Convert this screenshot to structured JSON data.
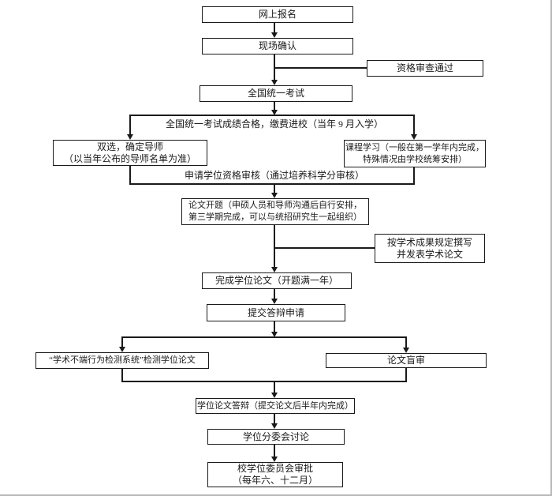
{
  "colors": {
    "line": "#1a1a1a",
    "background": "#ffffff"
  },
  "nodes": {
    "online_registration": {
      "lines": [
        "网上报名"
      ]
    },
    "onsite_confirmation": {
      "lines": [
        "现场确认"
      ]
    },
    "qualification_review_passed": {
      "lines": [
        "资格审查通过"
      ]
    },
    "national_unified_exam": {
      "lines": [
        "全国统一考试"
      ]
    },
    "mentor_selection": {
      "lines": [
        "双选，确定导师",
        "（以当年公布的导师名单为准）"
      ]
    },
    "course_study": {
      "lines": [
        "课程学习（一般在第一学年内完成，",
        "特殊情况由学校统筹安排）"
      ]
    },
    "thesis_proposal": {
      "lines": [
        "论文开题（申硕人员和导师沟通后自行安排，",
        "第三学期完成，可以与统招研究生一起组织）"
      ]
    },
    "academic_papers": {
      "lines": [
        "按学术成果规定撰写",
        "并发表学术论文"
      ]
    },
    "complete_thesis": {
      "lines": [
        "完成学位论文（开题满一年）"
      ]
    },
    "defense_application": {
      "lines": [
        "提交答辩申请"
      ]
    },
    "plagiarism_check": {
      "lines": [
        "“学术不端行为检测系统”检测学位论文"
      ]
    },
    "blind_review": {
      "lines": [
        "论文盲审"
      ]
    },
    "thesis_defense": {
      "lines": [
        "学位论文答辩（提交论文后半年内完成）"
      ]
    },
    "degree_subcommittee": {
      "lines": [
        "学位分委会讨论"
      ]
    },
    "university_degree_committee": {
      "lines": [
        "校学位委员会审批",
        "（每年六、十二月）"
      ]
    }
  },
  "edge_labels": {
    "exam_passed": "全国统一考试成绩合格，缴费进校（当年 9 月入学）",
    "degree_qualification_review": "申请学位资格审核（通过培养科学分审核）"
  }
}
